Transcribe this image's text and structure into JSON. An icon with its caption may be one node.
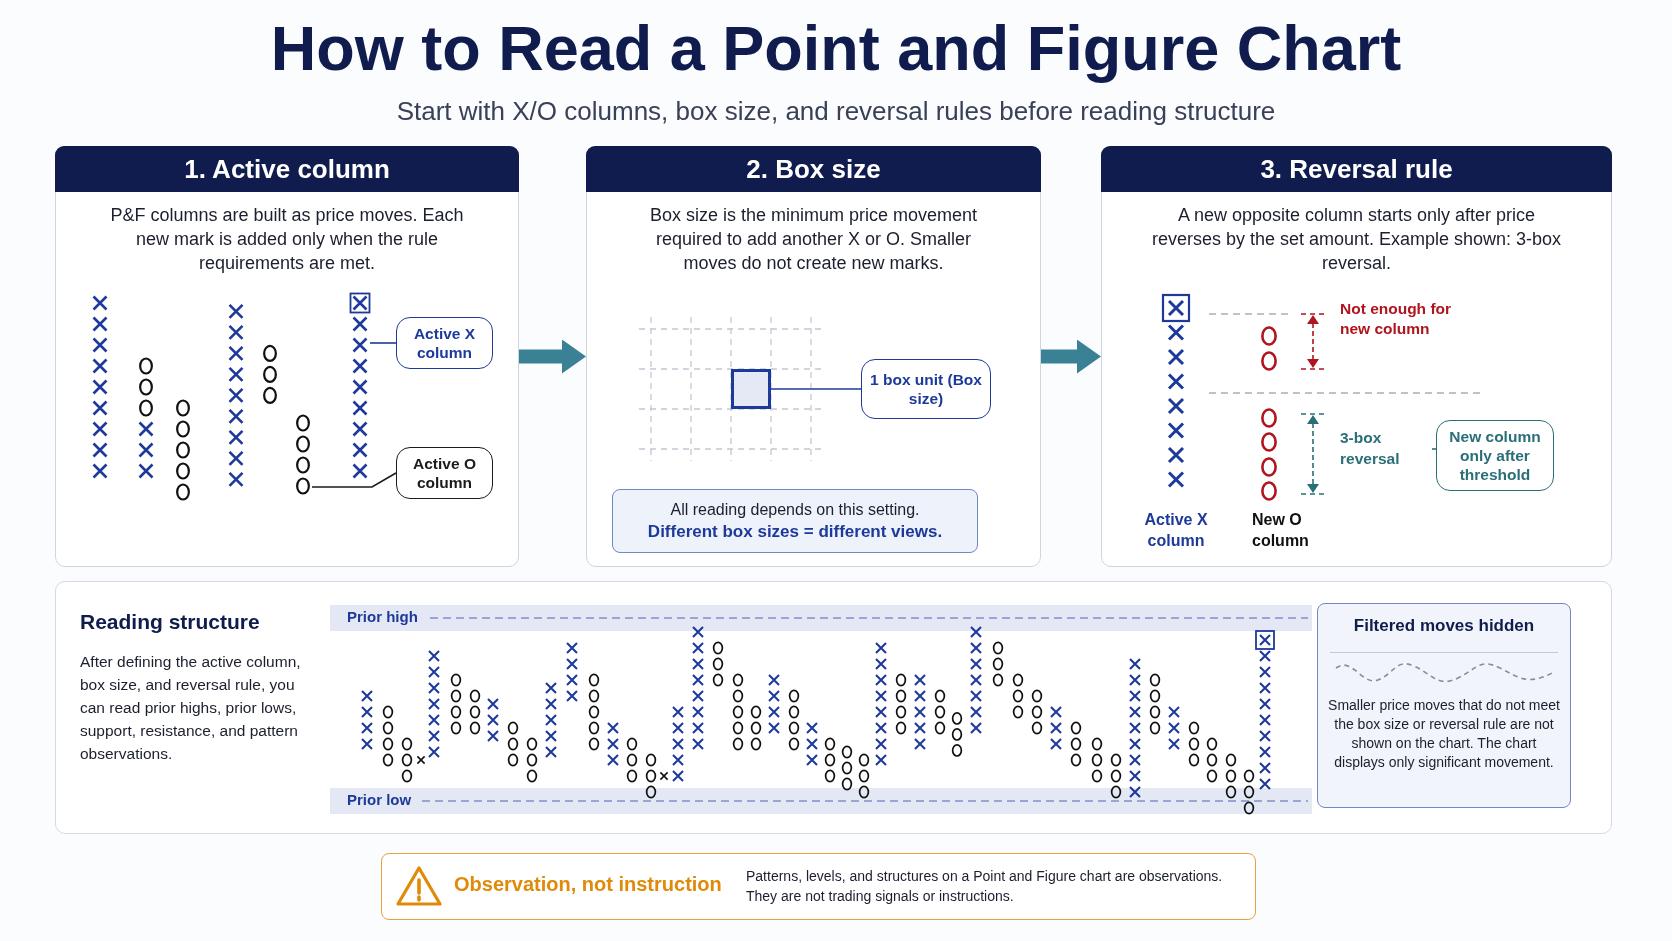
{
  "diagram": {
    "title": "How to Read a Point and Figure Chart",
    "nodes": [
      {
        "text": [
          "1. Active column",
          "P&F columns are built as price moves. Each new mark is added only when the rule requirements are met."
        ]
      },
      {
        "text": [
          "Active X column"
        ],
        "in": 0
      },
      {
        "text": [
          "Active O column"
        ],
        "in": 0
      },
      {
        "text": [],
        "shape": "picture",
        "in": 0
      },
      {
        "text": [],
        "shape": "picture",
        "in": 0
      },
      {
        "text": [
          "2. Box size",
          "Box size is the minimum price movement required to add another X or O. Smaller moves do not create new marks."
        ]
      },
      {
        "text": [],
        "shape": "box",
        "in": 5
      },
      {
        "text": [
          "1 box unit (Box size)"
        ],
        "in": 5
      },
      {
        "text": [
          "All reading depends on this setting.",
          "Different box sizes = different views."
        ],
        "in": 5
      },
      {
        "text": [
          "3. Reversal rule",
          "A new opposite column starts only after price reverses by the set amount. Example shown: 3-box reversal."
        ]
      },
      {
        "text": [
          "3-box reversal"
        ],
        "in": 9
      },
      {
        "text": [
          "New column only after threshold"
        ],
        "in": 9
      },
      {
        "text": [
          "Reading structure",
          "After defining the active column, box size, and reversal rule, you can read prior highs, prior lows, support, resistance, and pattern observations."
        ]
      },
      {
        "text": [
          "Filtered moves hidden",
          "Smaller price moves that do not meet the box size or reversal rule are not shown on the chart. The chart displays only significant movement."
        ],
        "in": 12
      },
      {
        "text": [
          "Observation, not instruction",
          "Patterns, levels, and structures on a Point and Figure chart are observations. They are not trading signals or instructions."
        ]
      }
    ],
    "edges": [
      {
        "from": 0,
        "to": 5,
        "arrow": "to",
        "style": "thick"
      },
      {
        "from": 5,
        "to": 9,
        "arrow": "to",
        "style": "thick"
      },
      {
        "from": 1,
        "to": 3,
        "arrow": "none",
        "color": "#1d3a9a"
      },
      {
        "from": 2,
        "to": 4,
        "arrow": "none",
        "color": "#1b1b1b"
      },
      {
        "from": 7,
        "to": 6,
        "arrow": "none",
        "color": "#1d3a9a"
      },
      {
        "from": 10,
        "to": 11,
        "arrow": "none"
      }
    ],
    "labels": [
      "Start with X/O columns, box size, and reversal rules before reading structure",
      "Not enough for new column",
      "Active X column",
      "New O column",
      "Prior high",
      "Prior low"
    ]
  }
}
